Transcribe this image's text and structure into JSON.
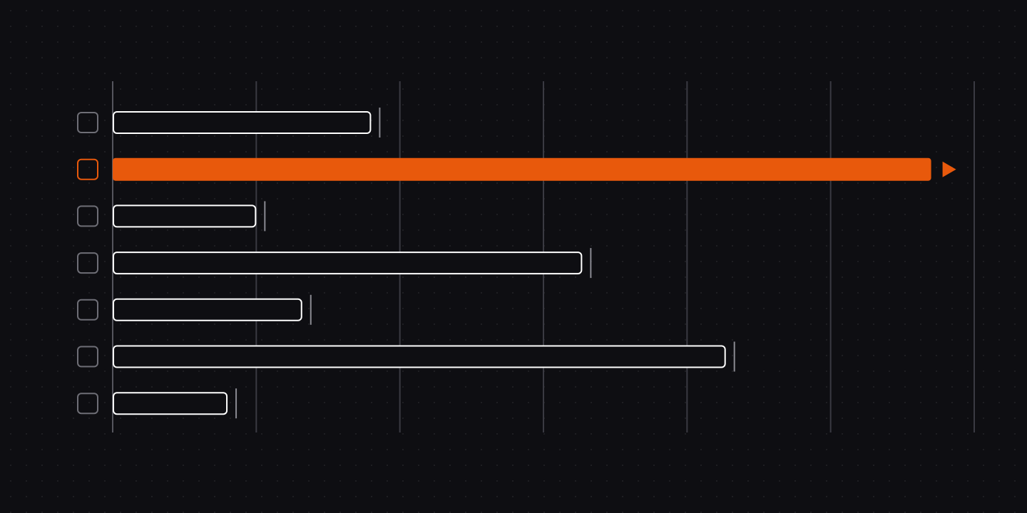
{
  "chart_data": {
    "type": "bar",
    "orientation": "horizontal",
    "categories": [
      "",
      "",
      "",
      "",
      "",
      "",
      ""
    ],
    "values": [
      1.8,
      5.7,
      1.0,
      3.27,
      1.32,
      4.27,
      0.8
    ],
    "xlim": [
      0,
      6
    ],
    "grid": true,
    "legend": "none",
    "highlight_index": 1,
    "title": "",
    "xlabel": "",
    "ylabel": ""
  },
  "colors": {
    "background": "#0e0e12",
    "bar_outline": "#ffffff",
    "bar_fill": "#0e0e12",
    "highlight": "#e8590c",
    "gridline": "#3a3a42",
    "checkbox": "#6e6e76",
    "marker": "#8a8a92"
  },
  "icons": {
    "row_checkbox": "checkbox-icon",
    "highlight_arrow": "play-arrow-icon"
  }
}
